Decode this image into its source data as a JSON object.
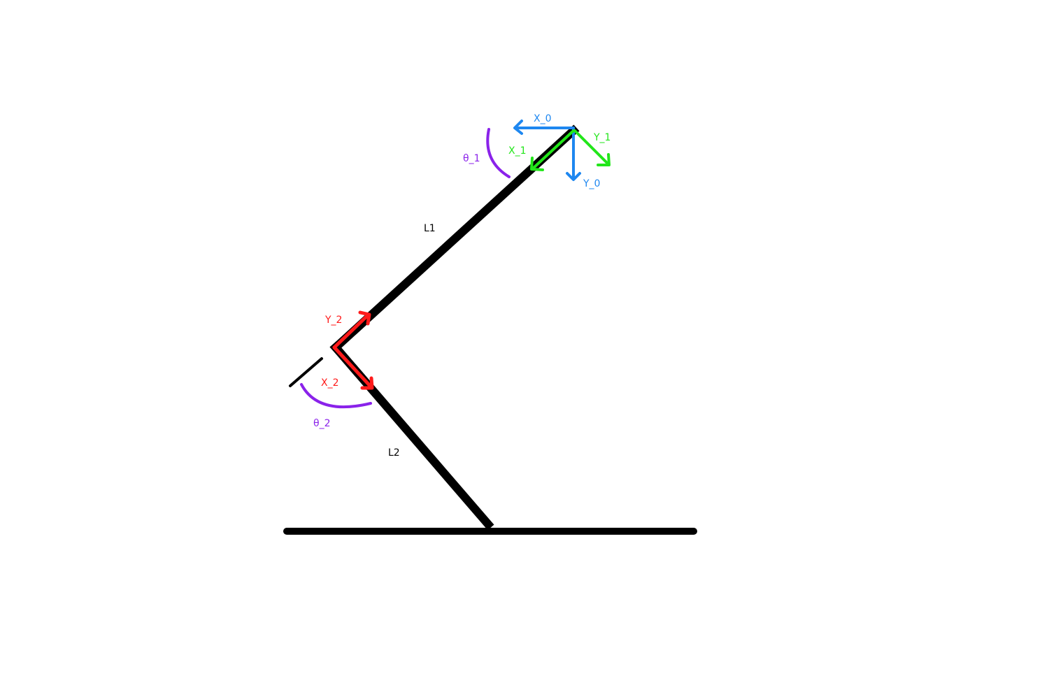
{
  "labels": {
    "link1": "L1",
    "link2": "L2",
    "x0": "X_0",
    "y0": "Y_0",
    "x1": "X_1",
    "y1": "Y_1",
    "x2": "X_2",
    "y2": "Y_2",
    "theta1": "θ_1",
    "theta2": "θ_2"
  },
  "colors": {
    "link": "#000000",
    "frame0": "#1e87f0",
    "frame1": "#22e61a",
    "frame2": "#ff1a1a",
    "angle": "#8a22ea"
  }
}
